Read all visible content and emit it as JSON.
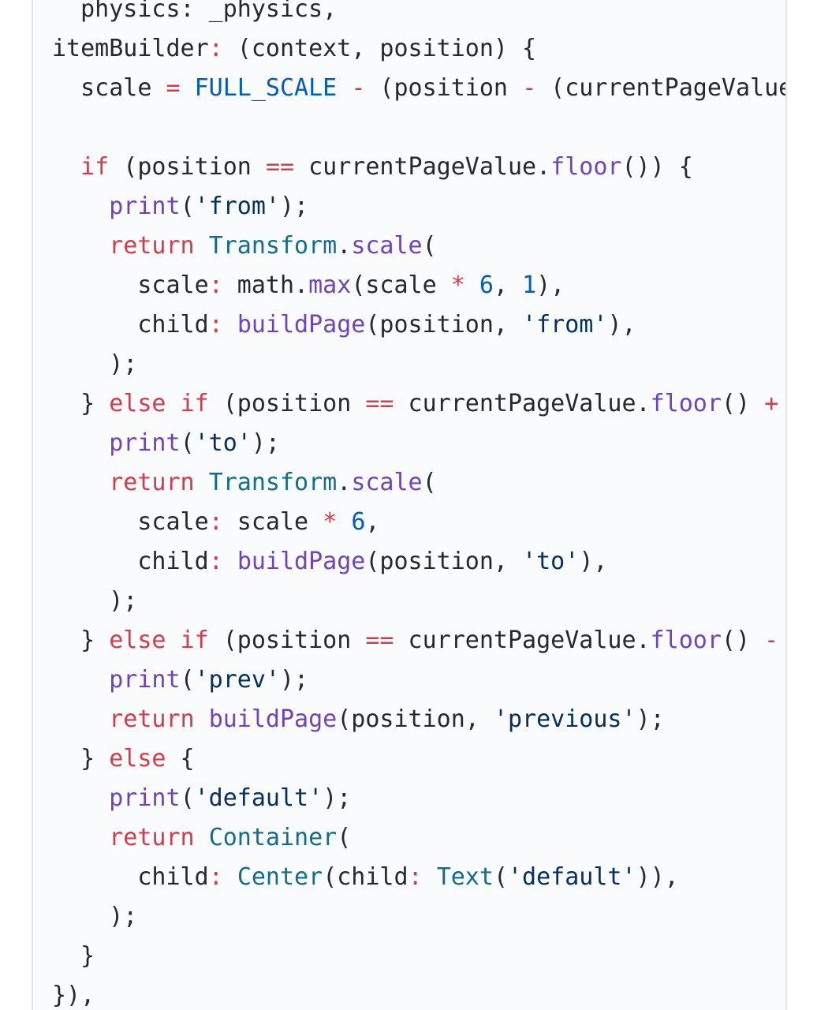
{
  "code_view": {
    "language": "dart",
    "colors": {
      "plain": "#24292e",
      "keyword": "#d73a49",
      "operator": "#d73a49",
      "function": "#6f42c1",
      "constant": "#005cc5",
      "class": "#0e6e8b",
      "number": "#005cc5",
      "string": "#032f62",
      "background": "#fafbfc",
      "border": "#e3e6ea"
    },
    "lines": [
      [
        [
          "plain",
          "  physics: _physics,"
        ]
      ],
      [
        [
          "plain",
          "itemBuilder"
        ],
        [
          "op",
          ":"
        ],
        [
          "plain",
          " (context, position) {"
        ]
      ],
      [
        [
          "plain",
          "  scale "
        ],
        [
          "op",
          "="
        ],
        [
          "plain",
          " "
        ],
        [
          "type",
          "FULL_SCALE"
        ],
        [
          "plain",
          " "
        ],
        [
          "op",
          "-"
        ],
        [
          "plain",
          " (position "
        ],
        [
          "op",
          "-"
        ],
        [
          "plain",
          " (currentPageValue"
        ]
      ],
      [
        [
          "plain",
          ""
        ]
      ],
      [
        [
          "plain",
          "  "
        ],
        [
          "kw",
          "if"
        ],
        [
          "plain",
          " (position "
        ],
        [
          "op",
          "=="
        ],
        [
          "plain",
          " currentPageValue."
        ],
        [
          "fn",
          "floor"
        ],
        [
          "plain",
          "()) {"
        ]
      ],
      [
        [
          "plain",
          "    "
        ],
        [
          "fn",
          "print"
        ],
        [
          "plain",
          "("
        ],
        [
          "str",
          "'from'"
        ],
        [
          "plain",
          ");"
        ]
      ],
      [
        [
          "plain",
          "    "
        ],
        [
          "kw",
          "return"
        ],
        [
          "plain",
          " "
        ],
        [
          "cls",
          "Transform"
        ],
        [
          "plain",
          "."
        ],
        [
          "fn",
          "scale"
        ],
        [
          "plain",
          "("
        ]
      ],
      [
        [
          "plain",
          "      scale"
        ],
        [
          "op",
          ":"
        ],
        [
          "plain",
          " math."
        ],
        [
          "fn",
          "max"
        ],
        [
          "plain",
          "(scale "
        ],
        [
          "op",
          "*"
        ],
        [
          "plain",
          " "
        ],
        [
          "num",
          "6"
        ],
        [
          "plain",
          ", "
        ],
        [
          "num",
          "1"
        ],
        [
          "plain",
          "),"
        ]
      ],
      [
        [
          "plain",
          "      child"
        ],
        [
          "op",
          ":"
        ],
        [
          "plain",
          " "
        ],
        [
          "fn",
          "buildPage"
        ],
        [
          "plain",
          "(position, "
        ],
        [
          "str",
          "'from'"
        ],
        [
          "plain",
          "),"
        ]
      ],
      [
        [
          "plain",
          "    );"
        ]
      ],
      [
        [
          "plain",
          "  } "
        ],
        [
          "kw",
          "else"
        ],
        [
          "plain",
          " "
        ],
        [
          "kw",
          "if"
        ],
        [
          "plain",
          " (position "
        ],
        [
          "op",
          "=="
        ],
        [
          "plain",
          " currentPageValue."
        ],
        [
          "fn",
          "floor"
        ],
        [
          "plain",
          "() "
        ],
        [
          "op",
          "+"
        ]
      ],
      [
        [
          "plain",
          "    "
        ],
        [
          "fn",
          "print"
        ],
        [
          "plain",
          "("
        ],
        [
          "str",
          "'to'"
        ],
        [
          "plain",
          ");"
        ]
      ],
      [
        [
          "plain",
          "    "
        ],
        [
          "kw",
          "return"
        ],
        [
          "plain",
          " "
        ],
        [
          "cls",
          "Transform"
        ],
        [
          "plain",
          "."
        ],
        [
          "fn",
          "scale"
        ],
        [
          "plain",
          "("
        ]
      ],
      [
        [
          "plain",
          "      scale"
        ],
        [
          "op",
          ":"
        ],
        [
          "plain",
          " scale "
        ],
        [
          "op",
          "*"
        ],
        [
          "plain",
          " "
        ],
        [
          "num",
          "6"
        ],
        [
          "plain",
          ","
        ]
      ],
      [
        [
          "plain",
          "      child"
        ],
        [
          "op",
          ":"
        ],
        [
          "plain",
          " "
        ],
        [
          "fn",
          "buildPage"
        ],
        [
          "plain",
          "(position, "
        ],
        [
          "str",
          "'to'"
        ],
        [
          "plain",
          "),"
        ]
      ],
      [
        [
          "plain",
          "    );"
        ]
      ],
      [
        [
          "plain",
          "  } "
        ],
        [
          "kw",
          "else"
        ],
        [
          "plain",
          " "
        ],
        [
          "kw",
          "if"
        ],
        [
          "plain",
          " (position "
        ],
        [
          "op",
          "=="
        ],
        [
          "plain",
          " currentPageValue."
        ],
        [
          "fn",
          "floor"
        ],
        [
          "plain",
          "() "
        ],
        [
          "op",
          "-"
        ]
      ],
      [
        [
          "plain",
          "    "
        ],
        [
          "fn",
          "print"
        ],
        [
          "plain",
          "("
        ],
        [
          "str",
          "'prev'"
        ],
        [
          "plain",
          ");"
        ]
      ],
      [
        [
          "plain",
          "    "
        ],
        [
          "kw",
          "return"
        ],
        [
          "plain",
          " "
        ],
        [
          "fn",
          "buildPage"
        ],
        [
          "plain",
          "(position, "
        ],
        [
          "str",
          "'previous'"
        ],
        [
          "plain",
          ");"
        ]
      ],
      [
        [
          "plain",
          "  } "
        ],
        [
          "kw",
          "else"
        ],
        [
          "plain",
          " {"
        ]
      ],
      [
        [
          "plain",
          "    "
        ],
        [
          "fn",
          "print"
        ],
        [
          "plain",
          "("
        ],
        [
          "str",
          "'default'"
        ],
        [
          "plain",
          ");"
        ]
      ],
      [
        [
          "plain",
          "    "
        ],
        [
          "kw",
          "return"
        ],
        [
          "plain",
          " "
        ],
        [
          "cls",
          "Container"
        ],
        [
          "plain",
          "("
        ]
      ],
      [
        [
          "plain",
          "      child"
        ],
        [
          "op",
          ":"
        ],
        [
          "plain",
          " "
        ],
        [
          "cls",
          "Center"
        ],
        [
          "plain",
          "(child"
        ],
        [
          "op",
          ":"
        ],
        [
          "plain",
          " "
        ],
        [
          "cls",
          "Text"
        ],
        [
          "plain",
          "("
        ],
        [
          "str",
          "'default'"
        ],
        [
          "plain",
          ")),"
        ]
      ],
      [
        [
          "plain",
          "    );"
        ]
      ],
      [
        [
          "plain",
          "  }"
        ]
      ],
      [
        [
          "plain",
          "}),"
        ]
      ]
    ]
  }
}
